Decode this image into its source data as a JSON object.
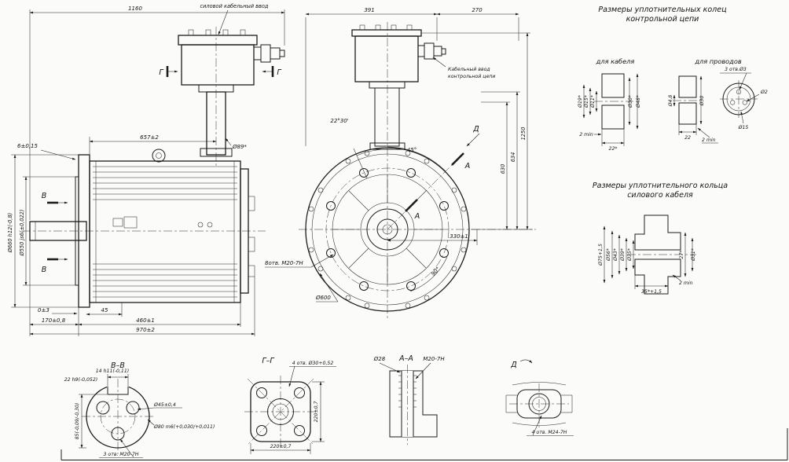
{
  "sheet": {
    "background": "#fbfbf9",
    "ink": "#1d1d1b"
  },
  "side_view": {
    "label_power_entry": "силовой кабельный ввод",
    "dim_1160": "1160",
    "dim_657": "657±2",
    "dim_d89": "Ø89*",
    "dim_6": "6±0,15",
    "dim_d660": "Ø660 h12(-0,8)",
    "dim_d550": "Ø550 js6(±0,022)",
    "dim_0": "0±3",
    "dim_45": "45",
    "dim_170": "170±0,8",
    "dim_460": "460±1",
    "dim_970": "970±2",
    "marker_g": "Г",
    "marker_v": "В"
  },
  "front_view": {
    "dim_391": "391",
    "dim_270": "270",
    "label_control_entry_1": "Кабельный ввод",
    "label_control_entry_2": "контрольной цепи",
    "dim_angle_2230": "22°30'",
    "dim_angle_45": "45°",
    "dim_angle_90": "90°",
    "marker_d": "Д",
    "marker_a": "А",
    "dim_630": "630",
    "dim_634": "634",
    "dim_1250": "1250",
    "dim_330": "330±1",
    "label_holes": "8отв. М20-7Н",
    "dim_d600": "Ø600"
  },
  "control_rings": {
    "title_line1": "Размеры уплотнительных колец",
    "title_line2": "контрольной цепи",
    "label_cable": "для кабеля",
    "label_wires": "для проводов",
    "cable": {
      "d19": "Ø19*",
      "d15": "Ø15*",
      "d11": "Ø11*",
      "d30": "Ø30*",
      "d48": "Ø48*",
      "min2": "2 min",
      "w22": "22*"
    },
    "wires": {
      "d48": "Ø4,8",
      "d30": "Ø30",
      "w22": "22",
      "min2": "2 min",
      "holes": "3 отв.Ø3",
      "d2": "Ø2",
      "d15": "Ø15"
    }
  },
  "power_ring": {
    "title_line1": "Размеры уплотнительного кольца",
    "title_line2": "силового кабеля",
    "d75": "Ø75+1,5",
    "d56": "Ø56*",
    "d43": "Ø43*",
    "d39": "Ø39*",
    "d35": "Ø35*",
    "h27": "27*",
    "d31": "Ø31*",
    "w35": "35*+1,5",
    "min2": "2 min"
  },
  "section_vv": {
    "title": "В–В",
    "key_width": "22 h9(-0,052)",
    "key_height": "14 h11(-0,11)",
    "d45": "Ø45±0,4",
    "d80": "Ø80 m6(+0,030/+0,011)",
    "h85": "85(-0,09/-0,30)",
    "holes": "3 отв. М20-7Н"
  },
  "section_gg": {
    "title": "Г–Г",
    "holes": "4 отв. Ø30+0,52",
    "dim_width": "220±0,7",
    "dim_height": "220±0,7"
  },
  "section_aa": {
    "title": "А–А",
    "d28": "Ø28",
    "thread": "М20-7Н"
  },
  "view_d": {
    "title": "Д",
    "holes": "4 отв. М24-7Н"
  }
}
